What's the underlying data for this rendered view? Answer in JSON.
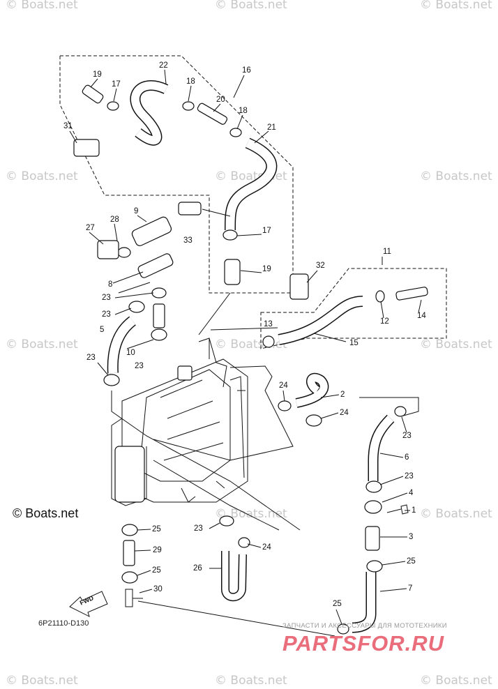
{
  "watermark": "© Boats.net",
  "brand_label": "© Boats.net",
  "diagram_code": "6P21110-D130",
  "fwd_label": "FWD",
  "banner": {
    "subtitle": "ЗАПЧАСТИ И АКСЕССУАРЫ ДЛЯ МОТОТЕХНИКИ",
    "site": "PARTSFOR.RU"
  },
  "callouts": [
    "1",
    "2",
    "3",
    "4",
    "5",
    "6",
    "7",
    "8",
    "9",
    "10",
    "11",
    "12",
    "13",
    "14",
    "15",
    "16",
    "17",
    "18",
    "19",
    "20",
    "21",
    "22",
    "23",
    "24",
    "25",
    "26",
    "27",
    "28",
    "29",
    "30",
    "31",
    "32",
    "33"
  ]
}
